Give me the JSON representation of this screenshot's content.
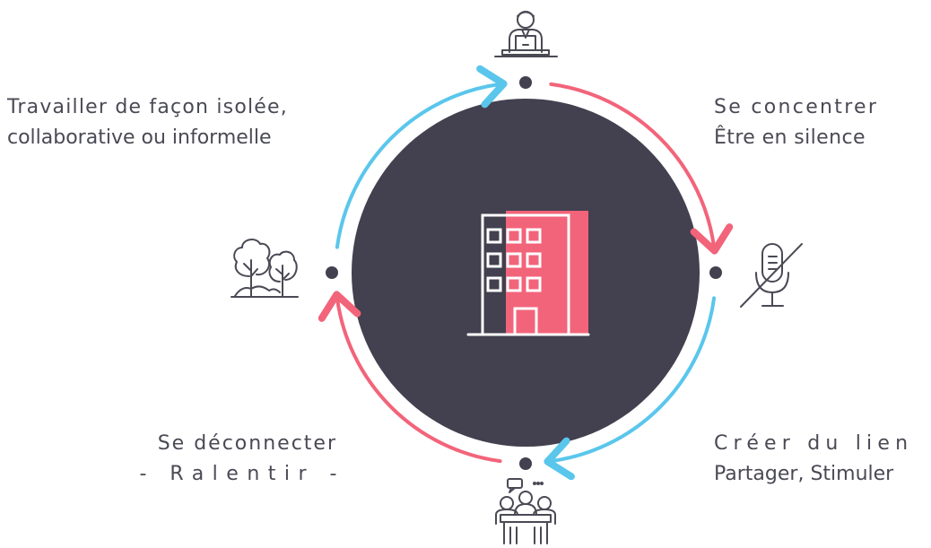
{
  "labels": {
    "top_left": [
      "Travailler de façon isolée,",
      "collaborative ou informelle"
    ],
    "top_right": [
      "Se concentrer",
      "Être en silence"
    ],
    "bottom_left": [
      "Se déconnecter",
      "- Ralentir -"
    ],
    "bottom_right": [
      "Créer du lien",
      "Partager, Stimuler"
    ]
  },
  "icons": {
    "center": "office-building-icon",
    "top": "person-at-desk-icon",
    "right": "muted-microphone-icon",
    "bottom": "meeting-table-icon",
    "left": "trees-park-icon"
  },
  "colors": {
    "circle": "#43404f",
    "pink": "#f2647a",
    "blue": "#5ac6ec",
    "dot": "#43404f",
    "icon_stroke": "#4a4a55"
  }
}
